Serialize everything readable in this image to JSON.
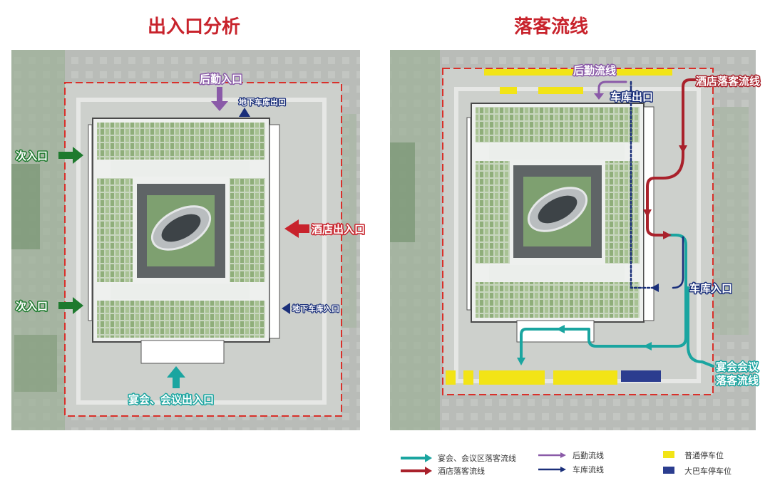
{
  "titles": {
    "left": "出入口分析",
    "right": "落客流线"
  },
  "left_labels": {
    "logistics_entrance": "后勤入口",
    "underground_garage_exit": "地下车库出口",
    "secondary_entrance_top": "次入口",
    "hotel_entrance": "酒店出入口",
    "secondary_entrance_bottom": "次入口",
    "underground_garage_entrance": "地下车库入口",
    "banquet_meeting_entrance": "宴会、会议出入口"
  },
  "right_labels": {
    "logistics_flow": "后勤流线",
    "hotel_dropoff_flow": "酒店落客流线",
    "garage_exit": "车库出口",
    "garage_entrance": "车库入口",
    "banquet_meeting_dropoff_line1": "宴会会议",
    "banquet_meeting_dropoff_line2": "落客流线"
  },
  "legend": {
    "banquet_flow": "宴会、会议区落客流线",
    "hotel_flow": "酒店落客流线",
    "logistics_flow": "后勤流线",
    "garage_flow": "车库流线",
    "regular_parking": "普通停车位",
    "bus_parking": "大巴车停车位"
  },
  "colors": {
    "title": "#c8232c",
    "green_arrow": "#1e7a2e",
    "red_arrow": "#c8232c",
    "purple_arrow": "#8a5aa8",
    "navy_arrow": "#1a2f7a",
    "teal_arrow": "#1aa5a0",
    "regular_parking": "#f2e416",
    "bus_parking": "#2b3d8f",
    "site_boundary": "#d9302a"
  }
}
